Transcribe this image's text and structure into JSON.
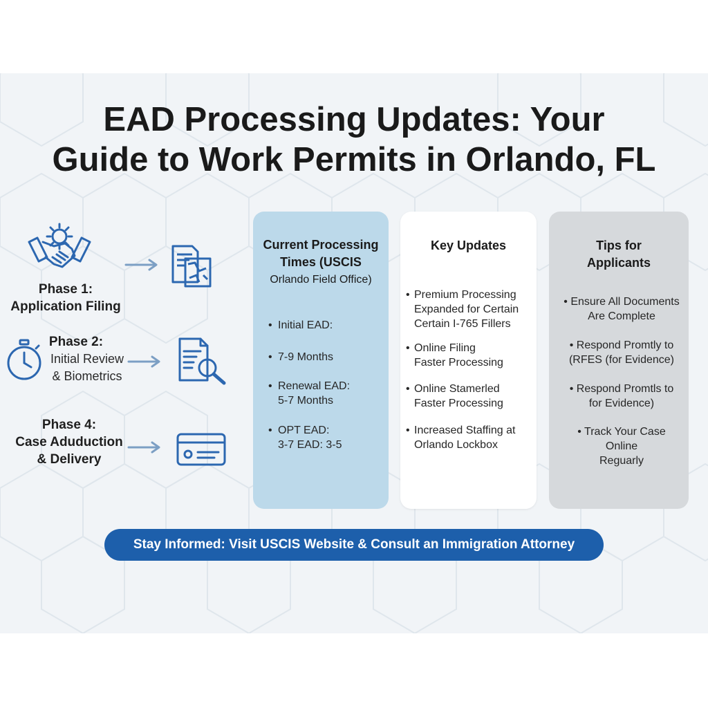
{
  "title": {
    "line1": "EAD Processing Updates: Your",
    "line2": "Guide to Work Permits in Orlando, FL"
  },
  "phases": [
    {
      "title": "Phase 1:",
      "subtitle": "Application Filing",
      "icon": "handshake-gear-icon",
      "target_icon": "document-map-icon"
    },
    {
      "title": "Phase 2:",
      "subtitle_line1": "Initial Review",
      "subtitle_line2": "& Biometrics",
      "icon": "stopwatch-icon",
      "target_icon": "document-search-icon"
    },
    {
      "title": "Phase 4:",
      "subtitle_line1": "Case Aduduction",
      "subtitle_line2": "& Delivery",
      "icon": "",
      "target_icon": "id-card-icon"
    }
  ],
  "panels": {
    "processing": {
      "heading_line1": "Current Processing",
      "heading_line2": "Times (USCIS",
      "heading_line3": "Orlando Field Office)",
      "items": [
        {
          "line1": "Initial EAD:"
        },
        {
          "line1": "7-9 Months"
        },
        {
          "line1": "Renewal EAD:",
          "line2": "5-7 Months"
        },
        {
          "line1": "OPT EAD:",
          "line2": "3-7 EAD: 3-5"
        }
      ]
    },
    "updates": {
      "heading": "Key Updates",
      "items": [
        {
          "line1": "Premium Processing",
          "line2": "Expanded for Certain",
          "line3": "Certain I-765 Fillers"
        },
        {
          "line1": "Online Filing",
          "line2": "Faster Processing"
        },
        {
          "line1": "Online Stamerled",
          "line2": "Faster Processing"
        },
        {
          "line1": "Increased Staffing at",
          "line2": "Orlando Lockbox"
        }
      ]
    },
    "tips": {
      "heading_line1": "Tips for",
      "heading_line2": "Applicants",
      "items": [
        {
          "line1": "Ensure All Documents",
          "line2": "Are Complete"
        },
        {
          "line1": "Respond Promtly to",
          "line2": "(RFES (for Evidence)"
        },
        {
          "line1": "Respond Promtls to",
          "line2": "for Evidence)"
        },
        {
          "line1": "Track Your Case",
          "line2": "Online",
          "line3": "Reguarly"
        }
      ]
    }
  },
  "cta": {
    "label": "Stay Informed: Visit USCIS Website & Consult an Immigration Attorney"
  },
  "colors": {
    "accent_blue": "#1d5fab",
    "icon_blue": "#2c67b0",
    "panel_blue": "#bcd9ea",
    "panel_gray": "#d6d9dc",
    "background": "#f1f4f7"
  }
}
